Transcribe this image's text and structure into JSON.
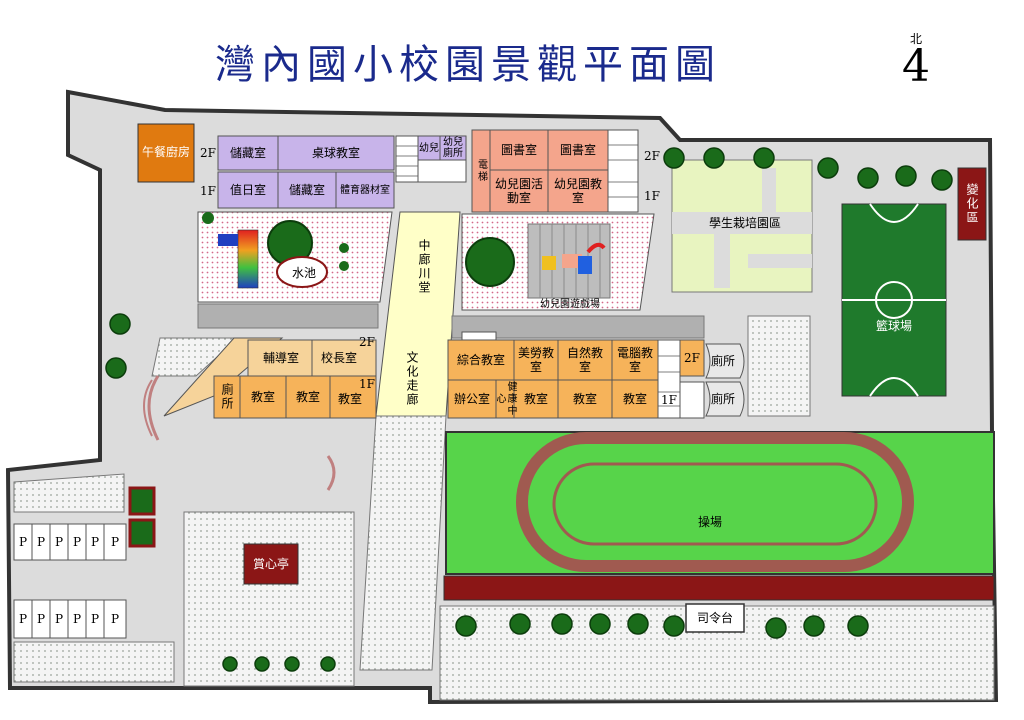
{
  "title": "灣內國小校園景觀平面圖",
  "north": {
    "label": "北",
    "glyph": "4"
  },
  "colors": {
    "ground": "#dcdcdc",
    "boundary": "#333333",
    "lavender": "#c8b4ea",
    "salmon": "#f4a58c",
    "orange": "#f6b35a",
    "tan": "#f6d39a",
    "darkred": "#8b1616",
    "fieldgreen": "#1f7a2c",
    "trackgreen": "#57d44a",
    "track": "#a05a50",
    "tree": "#1a6b1a",
    "corridor": "#ffffc8",
    "kitchen": "#e07a10"
  },
  "labels": {
    "kitchen": "午餐廚房",
    "floor2_w": "2F",
    "floor1_w": "1F",
    "storage2": "儲藏室",
    "pingpong": "桌球教室",
    "duty": "值日室",
    "storage1": "儲藏室",
    "sports_equip": "體育器材室",
    "small_room_a": "幼兒",
    "small_room_b": "幼兒廁所",
    "electrical": "電梯",
    "library1": "圖書室",
    "library2": "圖書室",
    "kinder_activity": "幼兒園活動室",
    "kinder_class": "幼兒園教室",
    "floor2_e": "2F",
    "floor1_e": "1F",
    "garden": "學生栽培園區",
    "pond": "水池",
    "central_hall": "中廊川堂",
    "culture_corridor": "文化走廊",
    "kinder_playground": "幼兒園遊戲場",
    "recycle": "變化區",
    "basketball": "籃球場",
    "counseling": "輔導室",
    "principal": "校長室",
    "floor2_sw": "2F",
    "floor1_sw": "1F",
    "toilet_w": "廁所",
    "class_w1": "教室",
    "class_w2": "教室",
    "class_w3": "教室",
    "multi": "綜合教室",
    "art": "美勞教室",
    "science": "自然教室",
    "computer": "電腦教室",
    "floor2_se": "2F",
    "floor1_se": "1F",
    "office": "辦公室",
    "health": "健康中心",
    "class_e1": "教室",
    "class_e2": "教室",
    "class_e3": "教室",
    "toilet_e1": "廁所",
    "toilet_e2": "廁所",
    "track_field": "操場",
    "pavilion": "賞心亭",
    "stage": "司令台",
    "parking": "P"
  }
}
